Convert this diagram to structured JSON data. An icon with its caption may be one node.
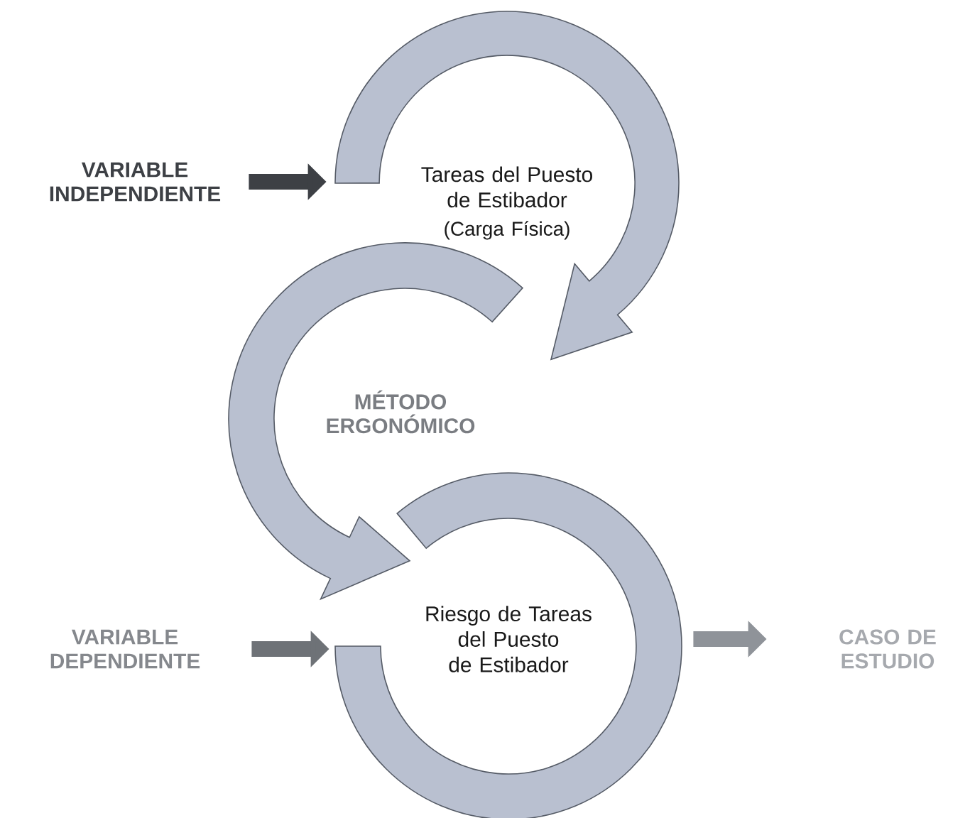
{
  "diagram": {
    "nodes": [
      {
        "text": [
          "VARIABLE INDEPENDIENTE"
        ]
      },
      {
        "text": [
          "Tareas del Puesto de Estibador",
          "(Carga Física)"
        ]
      },
      {
        "text": [
          "VARIABLE DEPENDIENTE"
        ]
      },
      {
        "text": [
          "Riesgo de Tareas del Puesto de Estibador"
        ]
      },
      {
        "text": [
          "CASO DE ESTUDIO"
        ]
      }
    ],
    "edges": [
      {
        "from": 0,
        "to": 1,
        "arrow": "to",
        "color": "#3d4045"
      },
      {
        "from": 1,
        "to": 3,
        "arrow": "to",
        "label": "MÉTODO ERGONÓMICO",
        "color": "#b9c0d0"
      },
      {
        "from": 2,
        "to": 3,
        "arrow": "to",
        "color": "#6e7277"
      },
      {
        "from": 3,
        "to": 4,
        "arrow": "to",
        "color": "#8f9399"
      }
    ]
  }
}
